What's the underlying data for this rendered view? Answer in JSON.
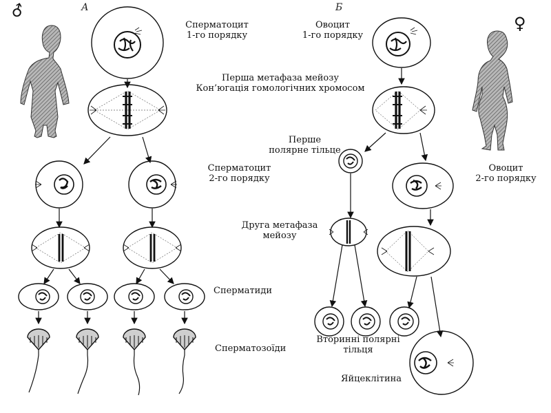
{
  "corner_marks": {
    "a": "А",
    "b": "Б"
  },
  "symbols": {
    "male": "♂",
    "female": "♀"
  },
  "colors": {
    "ink": "#111111",
    "figure_fill": "#9a9a9a"
  },
  "labels": {
    "spermatocyte1": "Сперматоцит\n1-го порядку",
    "oocyte1": "Овоцит\n1-го порядку",
    "meiosis1": "Перша метафаза мейозу\nКон’югація гомологічних хромосом",
    "polar1": "Перше\nполярне тільце",
    "spermatocyte2": "Сперматоцит\n2-го порядку",
    "oocyte2": "Овоцит\n2-го порядку",
    "meiosis2": "Друга метафаза\nмейозу",
    "spermatids": "Сперматиди",
    "spermatozoa": "Сперматозоїди",
    "polar2": "Вторинні полярні\nтільця",
    "egg": "Яйцеклітина"
  }
}
